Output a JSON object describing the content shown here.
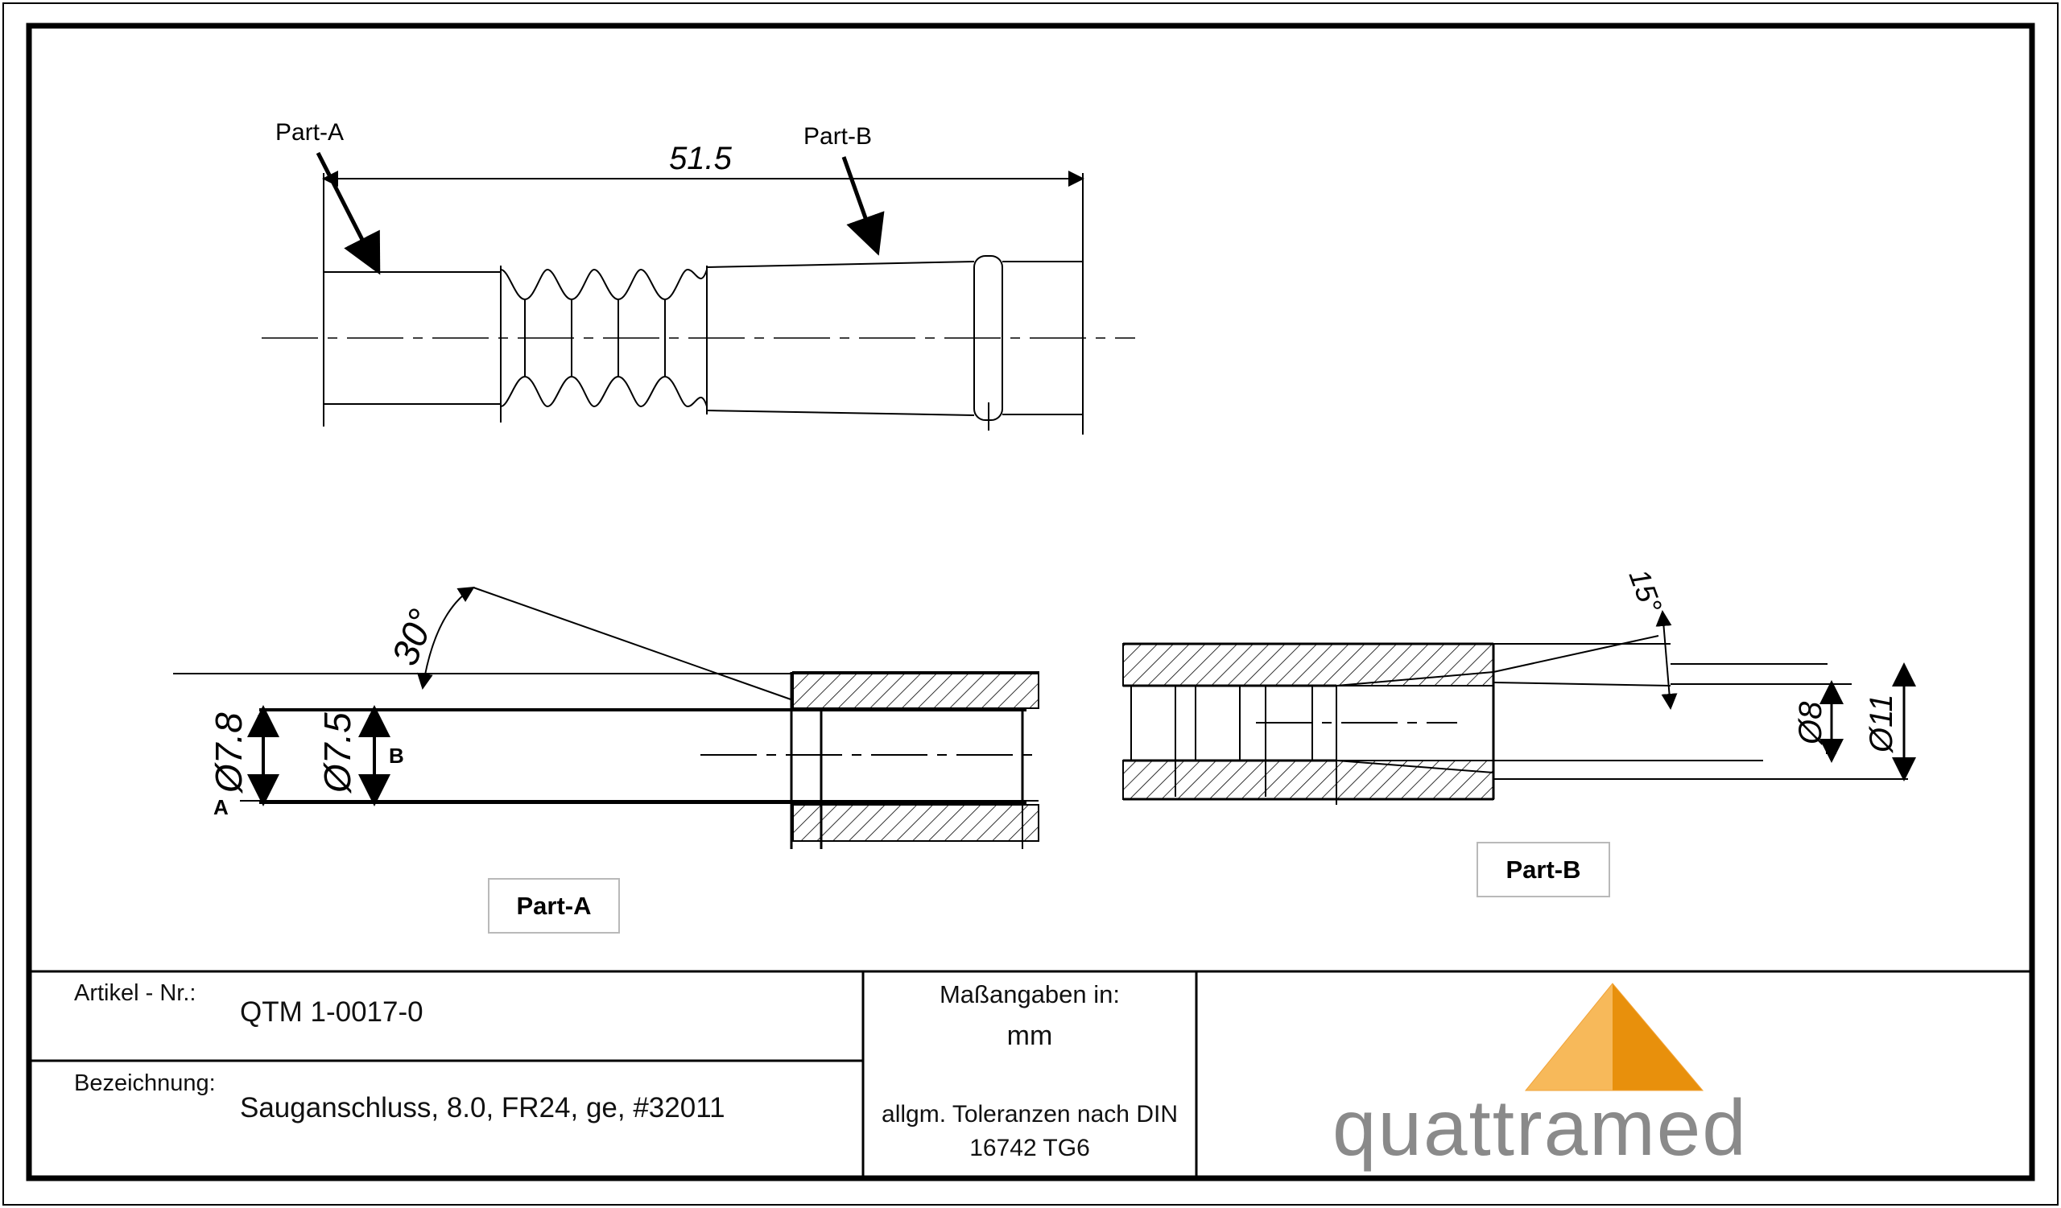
{
  "callouts": {
    "part_a": "Part-A",
    "part_b": "Part-B"
  },
  "dimensions": {
    "overall_length": "51.5",
    "angle_a": "30°",
    "angle_b": "15°",
    "dia_a_outer": "Ø7.8",
    "dia_a_inner": "Ø7.5",
    "ref_a": "A",
    "ref_b": "B",
    "dia_b_inner": "Ø8",
    "dia_b_outer": "Ø11"
  },
  "section_labels": {
    "part_a": "Part-A",
    "part_b": "Part-B"
  },
  "title_block": {
    "artikel_label": "Artikel - Nr.:",
    "artikel_value": "QTM 1-0017-0",
    "bezeichnung_label": "Bezeichnung:",
    "bezeichnung_value": "Sauganschluss, 8.0, FR24,  ge, #32011",
    "units_label": "Maßangaben in:",
    "units_value": "mm",
    "tolerance_line1": "allgm. Toleranzen nach DIN",
    "tolerance_line2": "16742 TG6",
    "logo_text": "quattramed"
  },
  "colors": {
    "logo_orange_dark": "#e8900c",
    "logo_orange_light": "#f7b95a",
    "logo_text": "#8a8a8a"
  }
}
